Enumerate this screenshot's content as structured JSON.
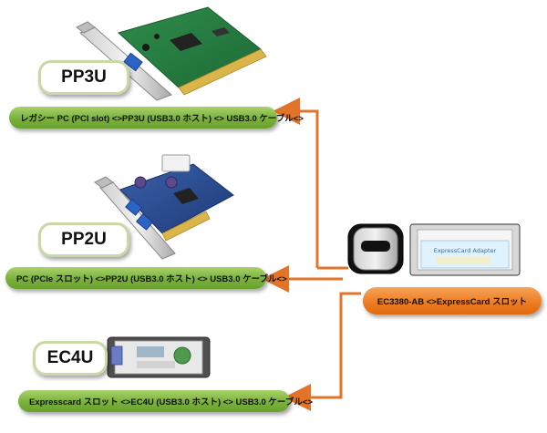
{
  "products": {
    "pp3u": {
      "name": "PP3U",
      "description": "レガシー PC (PCI slot) <>PP3U (USB3.0 ホスト) <> USB3.0 ケーブル<>"
    },
    "pp2u": {
      "name": "PP2U",
      "description": "PC (PCIe スロット) <>PP2U (USB3.0 ホスト) <> USB3.0 ケーブル<>"
    },
    "ec4u": {
      "name": "EC4U",
      "description": "Expresscard スロット <>EC4U (USB3.0 ホスト) <> USB3.0 ケーブル<>"
    }
  },
  "target": {
    "description": "EC3380-AB <>ExpressCard スロット",
    "card_label": "ExpressCard Adapter"
  },
  "colors": {
    "green_bar": "#79b13b",
    "orange_bar": "#ec7a1e",
    "arrow": "#e2742a",
    "pill_border": "#c9d8a6"
  }
}
